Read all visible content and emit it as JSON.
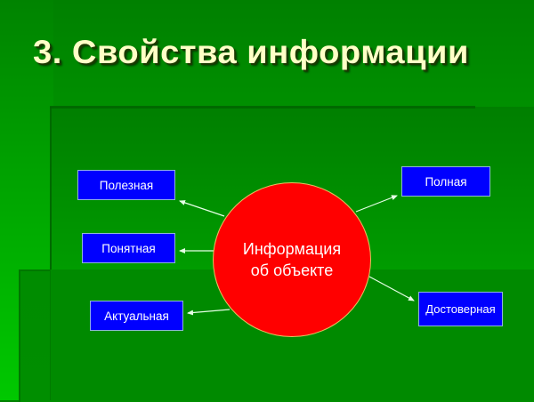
{
  "slide": {
    "title": "3. Свойства информации",
    "center": {
      "line1": "Информация",
      "line2": "об объекте",
      "color": "#ff0000"
    },
    "properties": [
      {
        "id": "poleznaya",
        "label": "Полезная",
        "side": "left"
      },
      {
        "id": "ponyatnaya",
        "label": "Понятная",
        "side": "left"
      },
      {
        "id": "aktualnaya",
        "label": "Актуальная",
        "side": "left"
      },
      {
        "id": "polnaya",
        "label": "Полная",
        "side": "right"
      },
      {
        "id": "dostovernaya",
        "label": "Достоверная",
        "side": "right"
      }
    ],
    "colors": {
      "background": "#008a00",
      "title_text": "#ffffc6",
      "box_fill": "#0000ff",
      "arrow": "#e6ffe6"
    }
  }
}
